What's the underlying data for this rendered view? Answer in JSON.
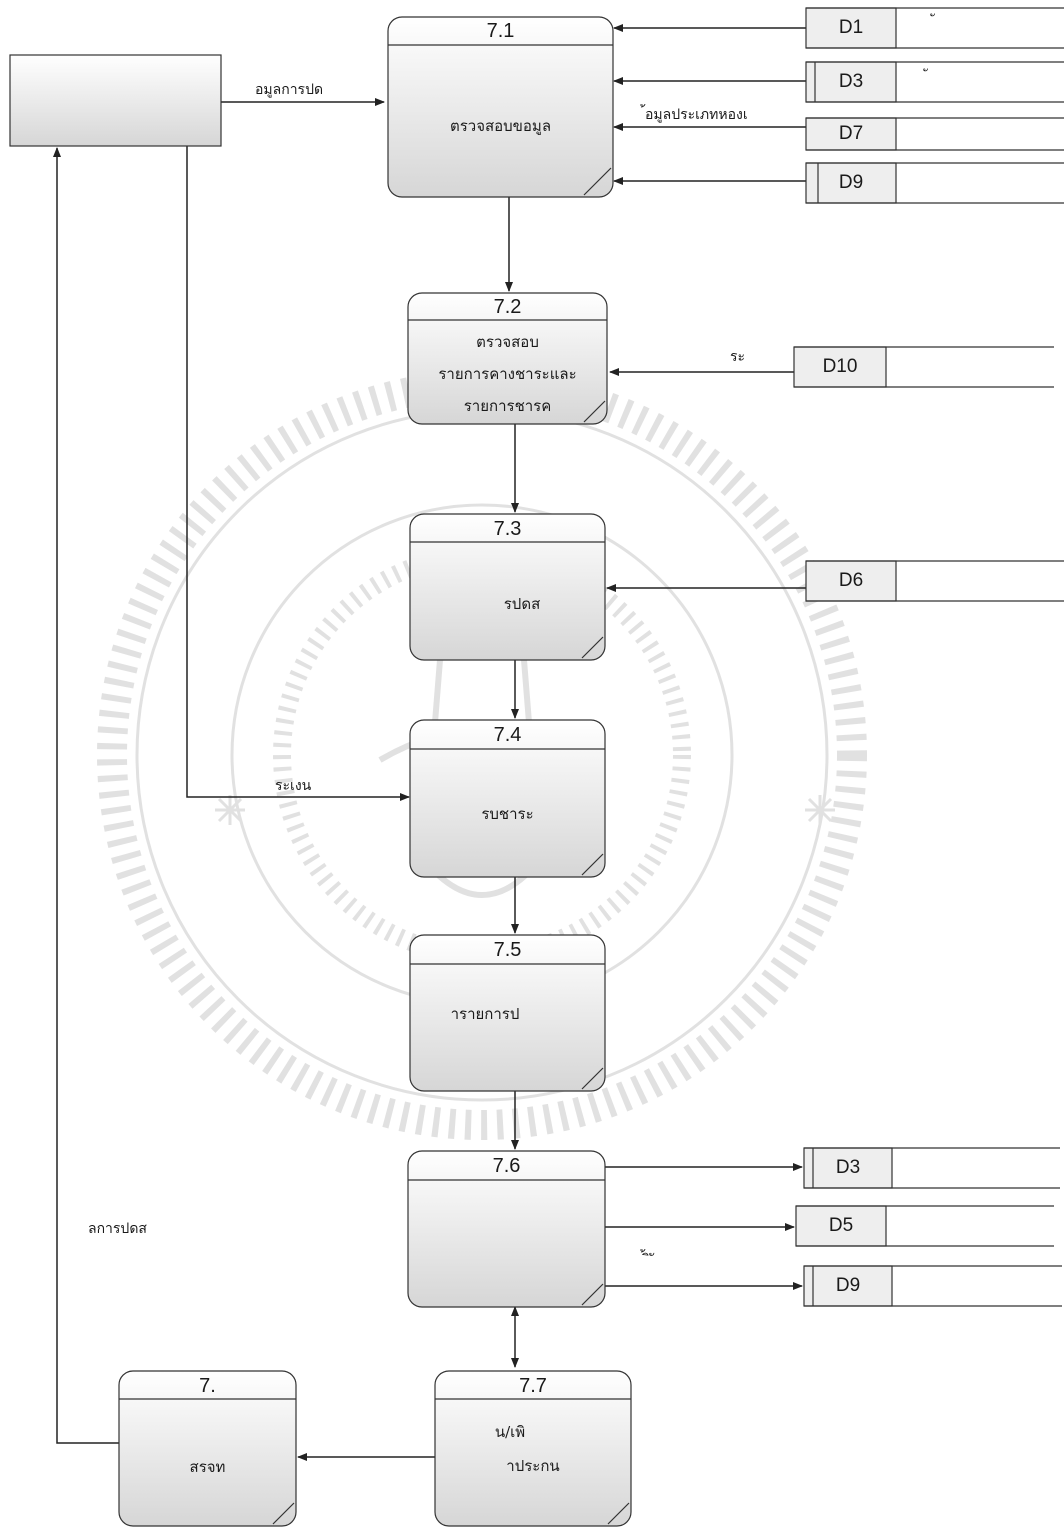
{
  "external_entity": {
    "label": ""
  },
  "processes": [
    {
      "id": "7.1",
      "lines": [
        "ตรวจสอบขอมูล"
      ]
    },
    {
      "id": "7.2",
      "lines": [
        "ตรวจสอบ",
        "รายการคางชาระและ",
        "รายการชารค"
      ]
    },
    {
      "id": "7.3",
      "lines": [
        "รปดส"
      ]
    },
    {
      "id": "7.4",
      "lines": [
        "รบชาระ"
      ]
    },
    {
      "id": "7.5",
      "lines": [
        "ารายการป"
      ]
    },
    {
      "id": "7.6",
      "lines": [
        ""
      ]
    },
    {
      "id": "7.7",
      "lines": [
        "น/เพิ",
        "าประกน"
      ]
    },
    {
      "id": "7.",
      "lines": [
        "สรจท"
      ]
    }
  ],
  "data_stores": [
    {
      "id": "D1",
      "name": "ั"
    },
    {
      "id": "D3",
      "name": "ั"
    },
    {
      "id": "D7",
      "name": ""
    },
    {
      "id": "D9",
      "name": ""
    },
    {
      "id": "D10",
      "name": ""
    },
    {
      "id": "D6",
      "name": ""
    },
    {
      "id": "D3",
      "name": ""
    },
    {
      "id": "D5",
      "name": ""
    },
    {
      "id": "D9",
      "name": ""
    }
  ],
  "flow_labels": {
    "entity_to_7_1": "อมูลการปด",
    "d7_to_7_1": "้อมูลประเภทหองเ",
    "d10_to_7_2": "ระ",
    "entity_to_7_4": "ระเงน",
    "to_entity": "ลการปดส",
    "from_7_6_to_d9": "้ ิ ั"
  },
  "colors": {
    "box_fill_top": "#ffffff",
    "box_fill_bottom": "#d9d9d9",
    "stroke": "#333333",
    "store_id_fill": "#eeeeee",
    "watermark": "#cfcfcf"
  }
}
